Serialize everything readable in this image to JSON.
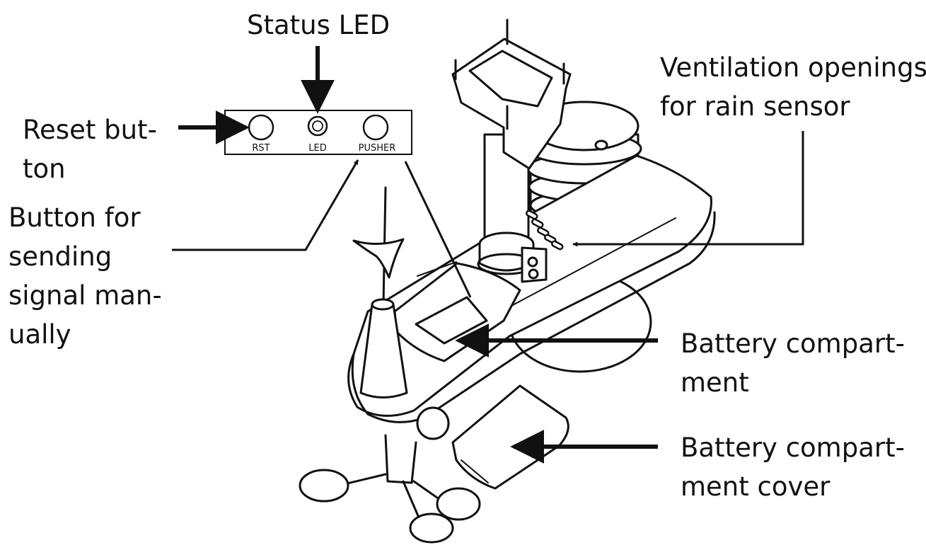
{
  "colors": {
    "ink": "#111111",
    "background": "#ffffff"
  },
  "panel": {
    "buttons": [
      {
        "name": "rst",
        "label": "RST"
      },
      {
        "name": "led",
        "label": "LED"
      },
      {
        "name": "pusher",
        "label": "PUSHER"
      }
    ]
  },
  "callouts": {
    "status_led": {
      "lines": [
        "Status LED"
      ]
    },
    "reset_button": {
      "lines": [
        "Reset but-",
        "ton"
      ]
    },
    "send_button": {
      "lines": [
        "Button for",
        "sending",
        "signal man-",
        "ually"
      ]
    },
    "ventilation": {
      "lines": [
        "Ventilation openings",
        "for rain sensor"
      ]
    },
    "battery_compartment": {
      "lines": [
        "Battery compart-",
        "ment"
      ]
    },
    "battery_cover": {
      "lines": [
        "Battery compart-",
        "ment cover"
      ]
    }
  }
}
